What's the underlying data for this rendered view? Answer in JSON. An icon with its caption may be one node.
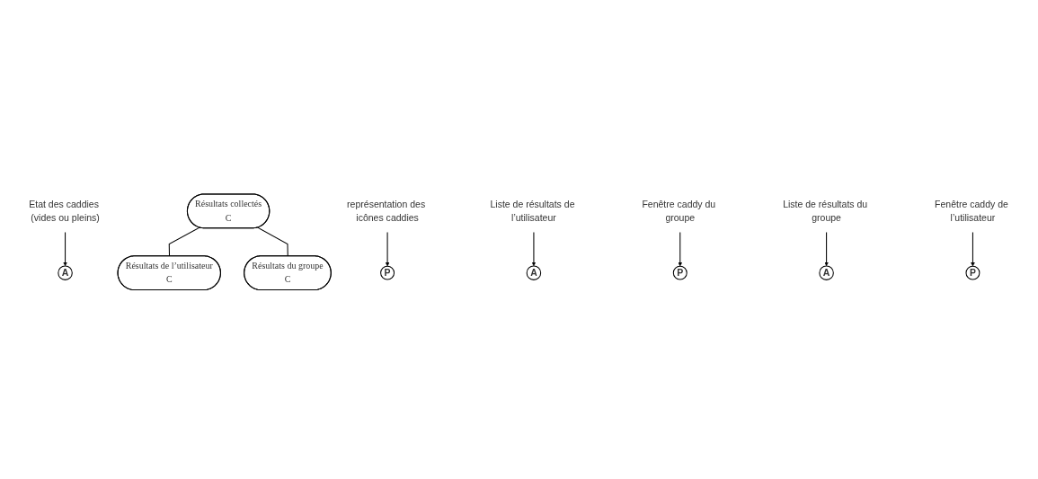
{
  "diagram": {
    "nodes": [
      {
        "text": [
          "Etat des caddies (vides ou pleins)"
        ]
      },
      {
        "text": [
          "A"
        ]
      },
      {
        "text": [
          "Résultats collectés",
          "C"
        ]
      },
      {
        "text": [
          "P"
        ]
      },
      {
        "text": [
          "représentation des icônes caddies"
        ]
      },
      {
        "text": [
          "Liste de résultats de l’utilisateur"
        ]
      },
      {
        "text": [
          "Fenêtre caddy du groupe"
        ]
      },
      {
        "text": [
          "Liste de résultats du groupe"
        ]
      },
      {
        "text": [
          "A"
        ]
      },
      {
        "text": [
          "Résultats de l’utilisateur",
          "C"
        ]
      },
      {
        "text": [
          "P"
        ]
      },
      {
        "text": [
          "A"
        ]
      },
      {
        "text": [
          "Résultats du groupe",
          "C"
        ]
      },
      {
        "text": [
          "P"
        ]
      },
      {
        "text": [
          "Fenêtre caddy de l’utilisateur"
        ]
      }
    ],
    "edges": [
      {
        "from": 0,
        "to": 1,
        "arrow": "to"
      },
      {
        "from": 4,
        "to": 3,
        "arrow": "to"
      },
      {
        "from": 2,
        "to": 9,
        "arrow": "none"
      },
      {
        "from": 2,
        "to": 12,
        "arrow": "none"
      },
      {
        "from": 5,
        "to": 8,
        "arrow": "to"
      },
      {
        "from": 6,
        "to": 13,
        "arrow": "to"
      },
      {
        "from": 7,
        "to": 11,
        "arrow": "to"
      },
      {
        "from": 14,
        "to": 10,
        "arrow": "to"
      }
    ]
  }
}
